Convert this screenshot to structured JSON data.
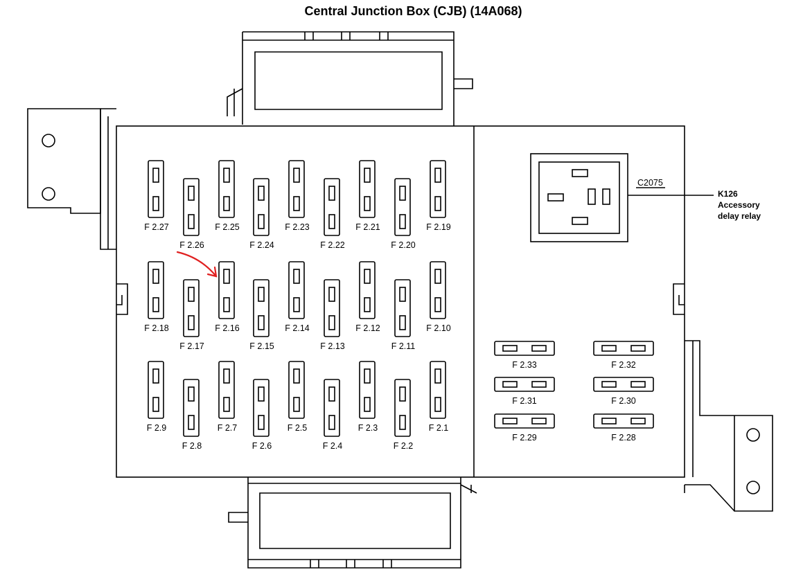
{
  "title": "Central Junction Box (CJB) (14A068)",
  "fuses_vertical": [
    {
      "id": "F 2.27"
    },
    {
      "id": "F 2.26"
    },
    {
      "id": "F 2.25"
    },
    {
      "id": "F 2.24"
    },
    {
      "id": "F 2.23"
    },
    {
      "id": "F 2.22"
    },
    {
      "id": "F 2.21"
    },
    {
      "id": "F 2.20"
    },
    {
      "id": "F 2.19"
    },
    {
      "id": "F 2.18"
    },
    {
      "id": "F 2.17"
    },
    {
      "id": "F 2.16"
    },
    {
      "id": "F 2.15"
    },
    {
      "id": "F 2.14"
    },
    {
      "id": "F 2.13"
    },
    {
      "id": "F 2.12"
    },
    {
      "id": "F 2.11"
    },
    {
      "id": "F 2.10"
    },
    {
      "id": "F 2.9"
    },
    {
      "id": "F 2.8"
    },
    {
      "id": "F 2.7"
    },
    {
      "id": "F 2.6"
    },
    {
      "id": "F 2.5"
    },
    {
      "id": "F 2.4"
    },
    {
      "id": "F 2.3"
    },
    {
      "id": "F 2.2"
    },
    {
      "id": "F 2.1"
    }
  ],
  "fuses_horizontal": [
    {
      "id": "F 2.33"
    },
    {
      "id": "F 2.32"
    },
    {
      "id": "F 2.31"
    },
    {
      "id": "F 2.30"
    },
    {
      "id": "F 2.29"
    },
    {
      "id": "F 2.28"
    }
  ],
  "connector": "C2075",
  "relay": {
    "id": "K126",
    "line1": "Accessory",
    "line2": "delay relay"
  },
  "highlight": {
    "target": "F 2.16",
    "color": "#e02020"
  },
  "colors": {
    "line": "#000000",
    "background": "#ffffff"
  }
}
